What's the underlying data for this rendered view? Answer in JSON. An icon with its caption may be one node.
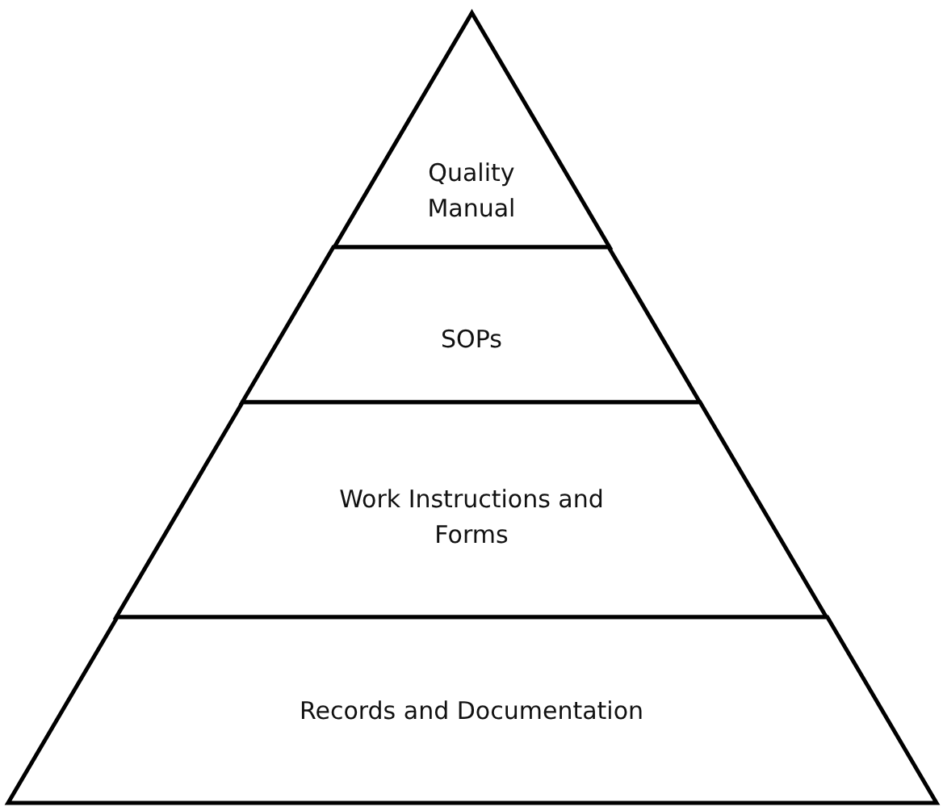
{
  "diagram": {
    "nodes": [
      {
        "text": [
          "Quality Manual"
        ]
      },
      {
        "text": [
          "SOPs"
        ]
      },
      {
        "text": [
          "Work Instructions and Forms"
        ]
      },
      {
        "text": [
          "Records and Documentation"
        ]
      }
    ]
  }
}
